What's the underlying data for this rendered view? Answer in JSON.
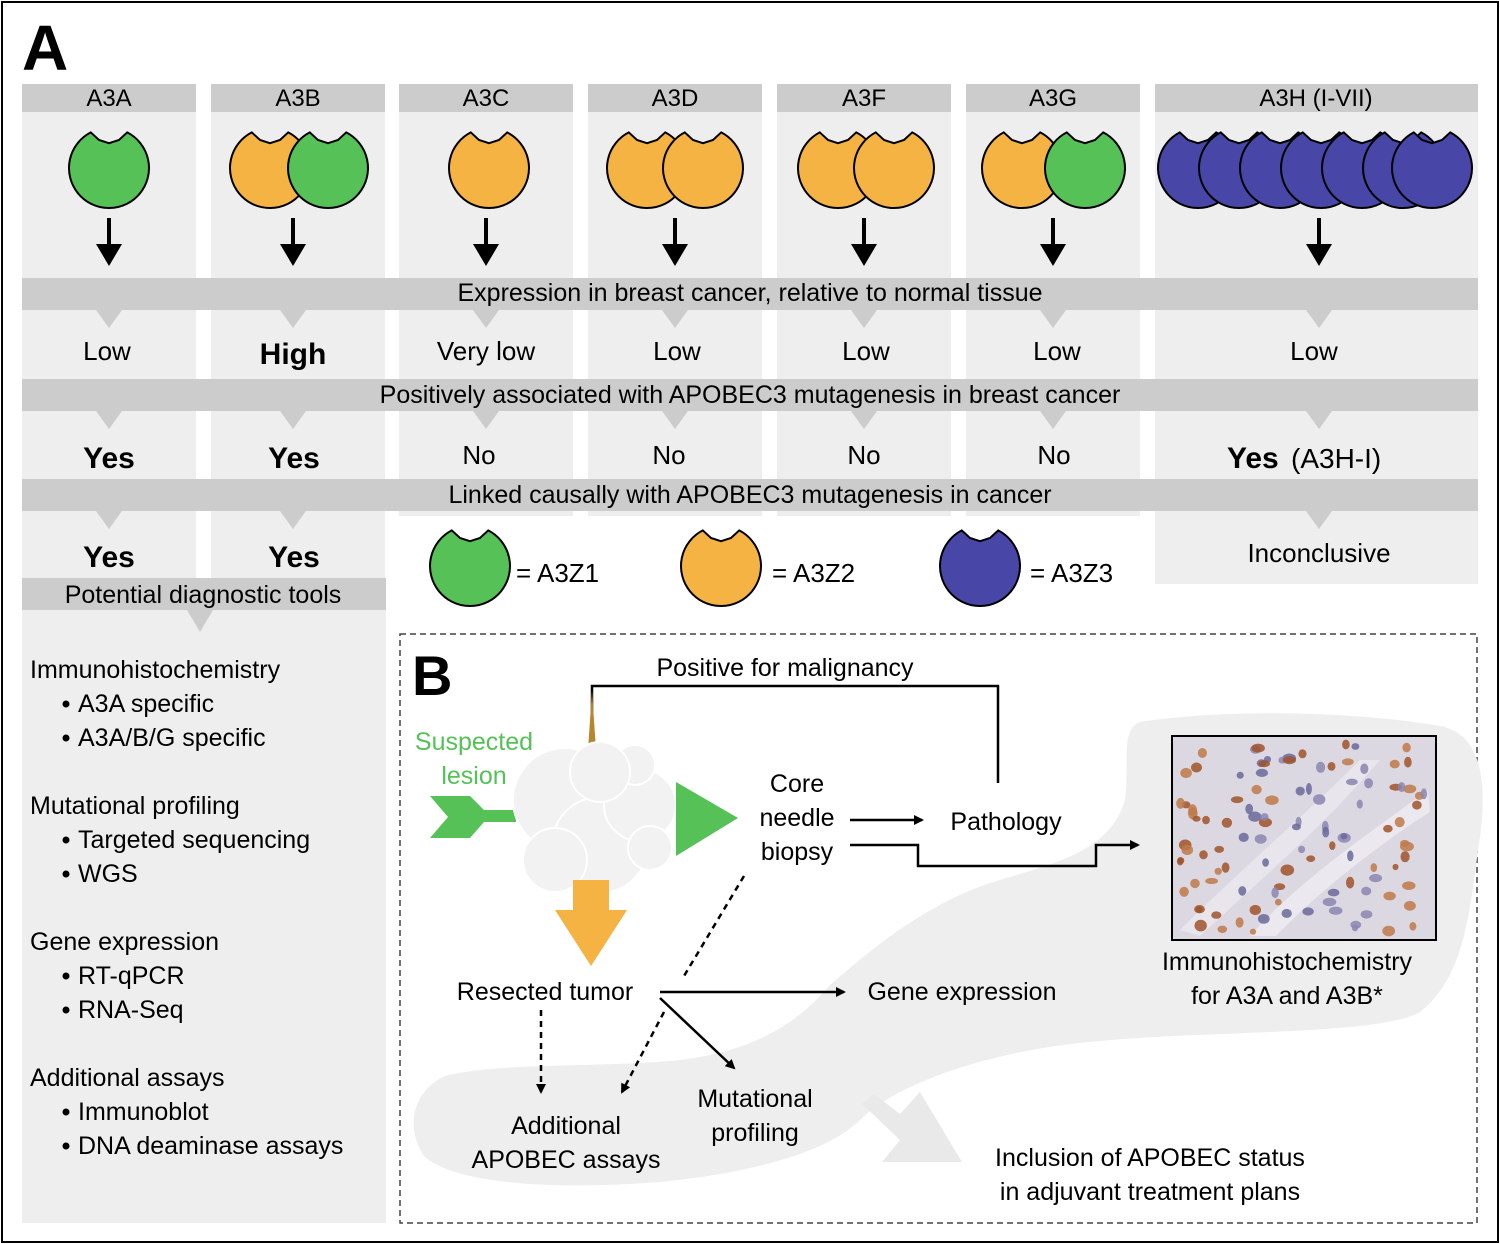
{
  "panel_a": {
    "label": "A",
    "columns": [
      {
        "name": "A3A",
        "expression": "Low",
        "associated": "Yes",
        "causal": "Yes"
      },
      {
        "name": "A3B",
        "expression": "High",
        "associated": "Yes",
        "causal": "Yes"
      },
      {
        "name": "A3C",
        "expression": "Very low",
        "associated": "No"
      },
      {
        "name": "A3D",
        "expression": "Low",
        "associated": "No"
      },
      {
        "name": "A3F",
        "expression": "Low",
        "associated": "No"
      },
      {
        "name": "A3G",
        "expression": "Low",
        "associated": "No"
      },
      {
        "name": "A3H (I-VII)",
        "expression": "Low",
        "associated": "Yes",
        "associated_note": "(A3H-I)",
        "causal": "Inconclusive"
      }
    ],
    "bands": {
      "expression": "Expression in breast cancer, relative to normal tissue",
      "associated": "Positively associated with APOBEC3 mutagenesis in breast cancer",
      "causal": "Linked causally with APOBEC3 mutagenesis in cancer"
    },
    "legend": [
      {
        "label": "= A3Z1",
        "color": "#55c157"
      },
      {
        "label": "= A3Z2",
        "color": "#f4b342"
      },
      {
        "label": "= A3Z3",
        "color": "#4846a6"
      }
    ],
    "diagnostics": {
      "title": "Potential diagnostic tools",
      "groups": [
        {
          "heading": "Immunohistochemistry",
          "items": [
            "A3A specific",
            "A3A/B/G specific"
          ]
        },
        {
          "heading": "Mutational profiling",
          "items": [
            "Targeted sequencing",
            "WGS"
          ]
        },
        {
          "heading": "Gene expression",
          "items": [
            "RT-qPCR",
            "RNA-Seq"
          ]
        },
        {
          "heading": "Additional assays",
          "items": [
            "Immunoblot",
            "DNA deaminase assays"
          ]
        }
      ]
    }
  },
  "panel_b": {
    "label": "B",
    "positive": "Positive for malignancy",
    "suspected": [
      "Suspected",
      "lesion"
    ],
    "core": [
      "Core",
      "needle",
      "biopsy"
    ],
    "pathology": "Pathology",
    "resected": "Resected tumor",
    "gene_expression": "Gene expression",
    "additional": [
      "Additional",
      "APOBEC assays"
    ],
    "mutational": [
      "Mutational",
      "profiling"
    ],
    "ihc_caption": [
      "Immunohistochemistry",
      "for A3A and A3B*"
    ],
    "inclusion": [
      "Inclusion of APOBEC status",
      "in adjuvant treatment plans"
    ]
  },
  "colors": {
    "z1": "#55c157",
    "z2": "#f4b342",
    "z3": "#4846a6",
    "band": "#cccccc",
    "column": "#eeeeee",
    "suspected_text": "#55c157"
  }
}
